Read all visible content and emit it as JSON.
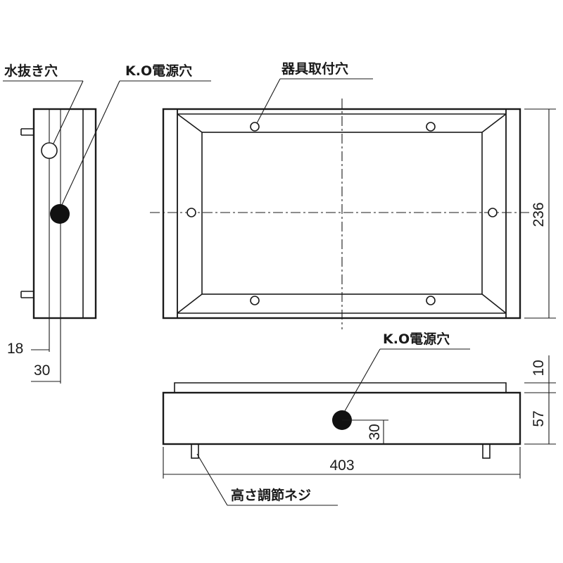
{
  "labels": {
    "drain_hole": "水抜き穴",
    "ko_power_hole_side": "K.O電源穴",
    "fixture_mount_hole": "器具取付穴",
    "ko_power_hole_bottom": "K.O電源穴",
    "height_adjust_screw": "高さ調節ネジ"
  },
  "dimensions": {
    "side_18": "18",
    "side_30": "30",
    "height_236": "236",
    "depth_10": "10",
    "depth_57": "57",
    "ko_30": "30",
    "width_403": "403"
  }
}
